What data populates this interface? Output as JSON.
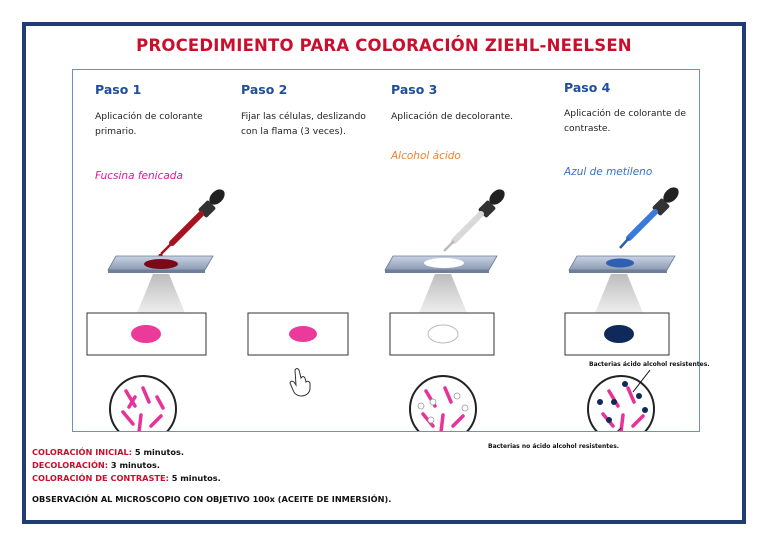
{
  "title": "PROCEDIMIENTO PARA COLORACIÓN ZIEHL-NEELSEN",
  "steps": [
    {
      "heading": "Paso 1",
      "description": "Aplicación de colorante primario.",
      "reagent": "Fucsina fenicada",
      "reagent_color": "#e0169c"
    },
    {
      "heading": "Paso 2",
      "description": "Fijar las células, deslizando con la flama (3 veces).",
      "reagent": "",
      "reagent_color": "#000000"
    },
    {
      "heading": "Paso 3",
      "description": "Aplicación de decolorante.",
      "reagent": "Alcohol ácido",
      "reagent_color": "#f0802a"
    },
    {
      "heading": "Paso 4",
      "description": "Aplicación de colorante de contraste.",
      "reagent": "Azul de metileno",
      "reagent_color": "#3a6fc4"
    }
  ],
  "callouts": {
    "resistant": "Bacterias ácido  alcohol resistentes.",
    "non_resistant": "Bacterias no ácido  alcohol resistentes."
  },
  "notes": [
    {
      "label": "COLORACIÓN INICIAL",
      "value": "5 minutos"
    },
    {
      "label": "DECOLORACIÓN",
      "value": "3 minutos"
    },
    {
      "label": "COLORACIÓN DE CONTRASTE",
      "value": "5 minutos"
    }
  ],
  "observation": "OBSERVACIÓN AL MICROSCOPIO CON OBJETIVO 100x (ACEITE DE INMERSIÓN).",
  "icons": [
    "dropper-icon",
    "slide-icon",
    "hand-pointer-icon",
    "microscope-view-icon"
  ],
  "colors": {
    "title": "#c8102e",
    "frame": "#1f3c74",
    "fuchsia": "#e8329a",
    "blue": "#0f2a5a",
    "step_heading": "#1f4e9a"
  }
}
